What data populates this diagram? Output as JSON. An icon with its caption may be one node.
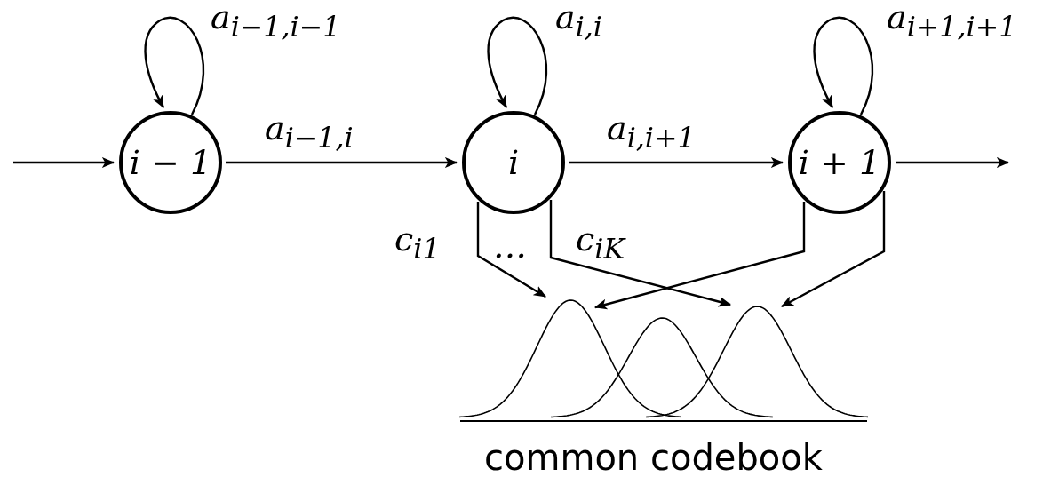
{
  "diagram": {
    "nodes": [
      {
        "text": [
          "i − 1"
        ]
      },
      {
        "text": [
          "i"
        ]
      },
      {
        "text": [
          "i + 1"
        ]
      },
      {
        "text": [],
        "shape": "curve"
      },
      {
        "text": [],
        "shape": "curve"
      },
      {
        "text": [],
        "shape": "curve"
      }
    ],
    "edges": [
      {
        "from": null,
        "to": 0,
        "arrow": "to"
      },
      {
        "from": 0,
        "to": 0,
        "arrow": "to",
        "label": "a$_{i−1,i−1}$"
      },
      {
        "from": 1,
        "to": 1,
        "arrow": "to",
        "label": "a$_{i,i}$"
      },
      {
        "from": 2,
        "to": 2,
        "arrow": "to",
        "label": "a$_{i+1,i+1}$"
      },
      {
        "from": 0,
        "to": 1,
        "arrow": "to",
        "label": "a$_{i−1,i}$"
      },
      {
        "from": 1,
        "to": 2,
        "arrow": "to",
        "label": "a$_{i,i+1}$"
      },
      {
        "from": 2,
        "to": null,
        "arrow": "to"
      },
      {
        "from": 1,
        "to": 3,
        "arrow": "to",
        "label": "c$_{i1}$"
      },
      {
        "from": 1,
        "to": 5,
        "arrow": "to",
        "label": "c$_{iK}$"
      },
      {
        "from": 2,
        "to": 3,
        "arrow": "to"
      },
      {
        "from": 2,
        "to": 5,
        "arrow": "to"
      }
    ],
    "labels": [
      "…",
      "common codebook"
    ]
  }
}
